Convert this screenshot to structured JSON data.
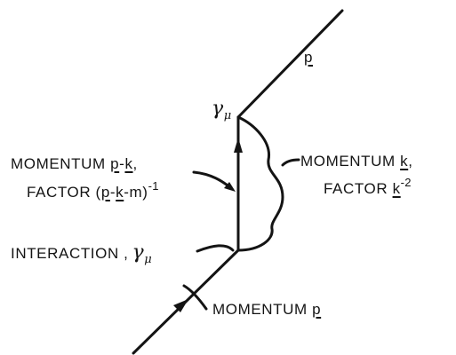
{
  "diagram": {
    "outgoing_label": "p",
    "vertex_symbol": "γ",
    "vertex_subscript": "μ",
    "internal_momentum": {
      "prefix": "MOMENTUM ",
      "a": "p",
      "minus": "-",
      "b": "k",
      "suffix": ","
    },
    "internal_factor": {
      "prefix": "FACTOR (",
      "a": "p",
      "minus1": "-",
      "b": "k",
      "rest": "-m)",
      "exponent": "-1"
    },
    "photon_momentum": {
      "prefix": "MOMENTUM ",
      "k": "k",
      "suffix": ","
    },
    "photon_factor": {
      "prefix": "FACTOR ",
      "k": "k",
      "exponent": "-2"
    },
    "interaction": {
      "text": "INTERACTION ,",
      "symbol": "γ",
      "subscript": "μ"
    },
    "incoming": {
      "prefix": "MOMENTUM ",
      "p": "p"
    }
  }
}
